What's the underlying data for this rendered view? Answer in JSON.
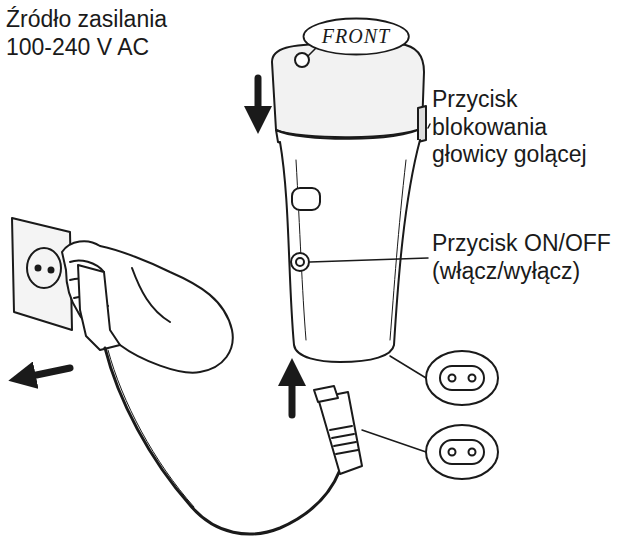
{
  "diagram": {
    "nodes": [
      {
        "text": [
          "FRONT"
        ]
      }
    ],
    "labels": [
      "Źródło zasilania 100-240 V AC",
      "Przycisk blokowania głowicy golącej",
      "Przycisk ON/OFF (włącz/wyłącz)"
    ]
  }
}
